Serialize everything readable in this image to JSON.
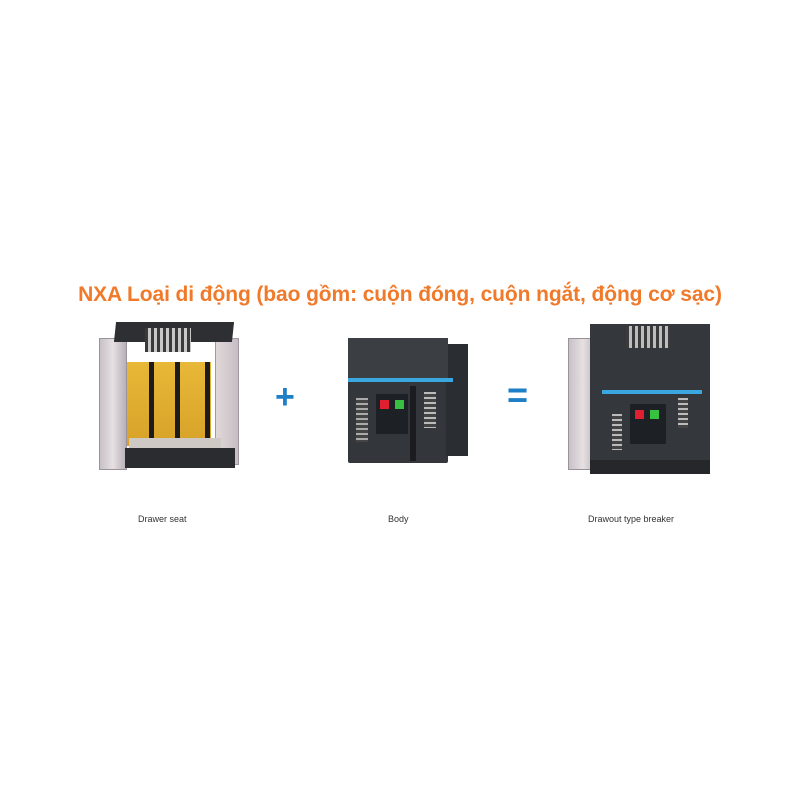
{
  "title": "NXA Loại di động (bao gồm: cuộn đóng, cuộn ngắt, động cơ sạc)",
  "operators": {
    "plus": "+",
    "equals": "="
  },
  "items": [
    {
      "label": "Drawer seat",
      "image": "drawer-seat-illustration"
    },
    {
      "label": "Body",
      "image": "breaker-body-illustration"
    },
    {
      "label": "Drawout type breaker",
      "image": "drawout-breaker-illustration"
    }
  ],
  "colors": {
    "title": "#f07a2a",
    "operator": "#1e7fc6",
    "caption": "#333333"
  }
}
